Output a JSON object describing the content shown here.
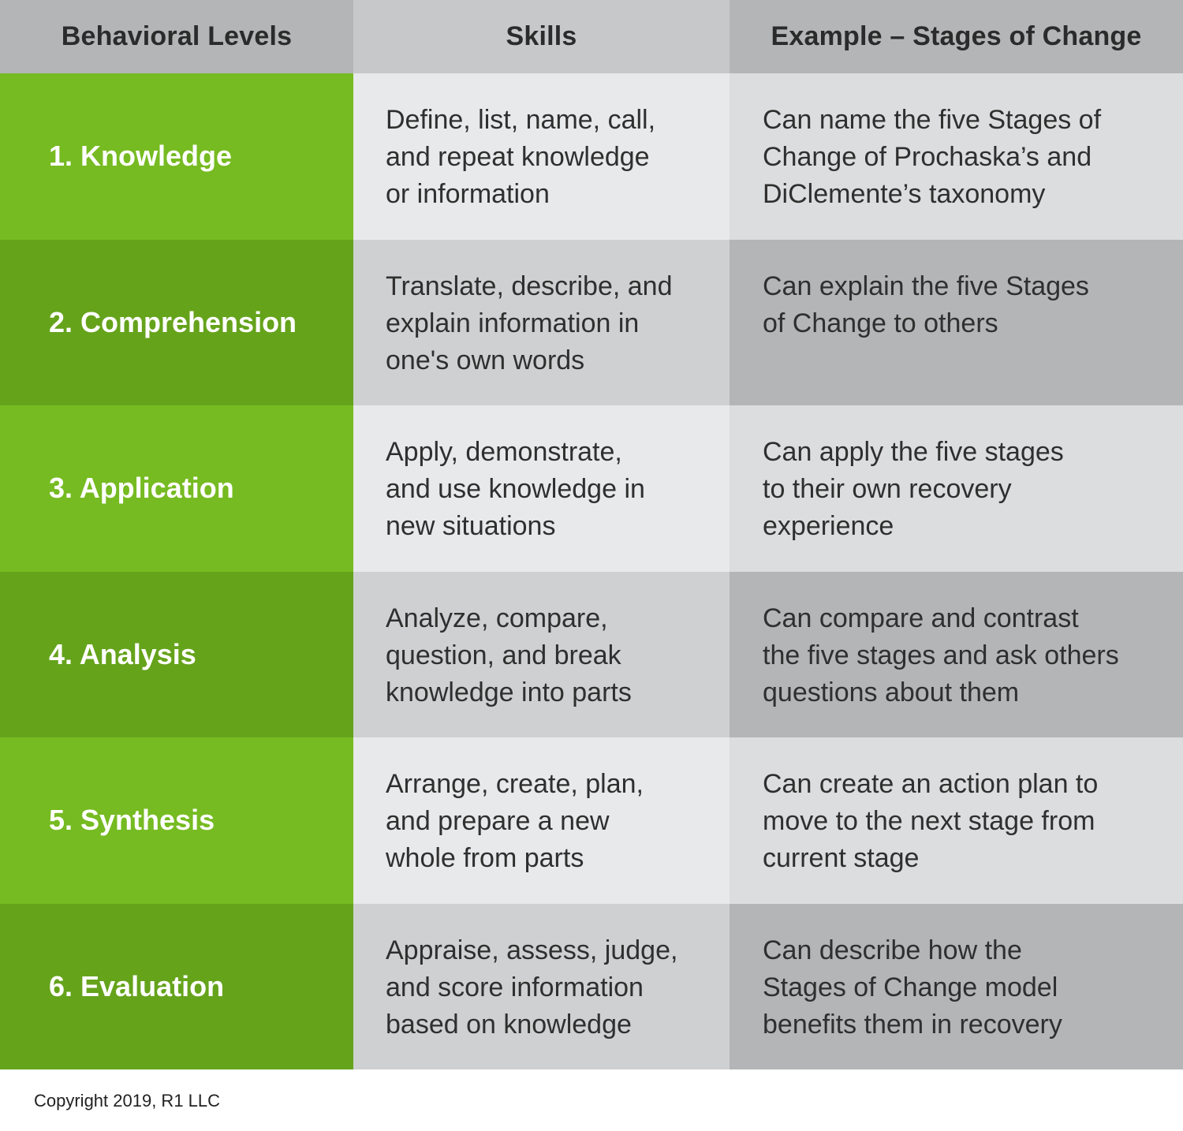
{
  "headers": {
    "levels": "Behavioral Levels",
    "skills": "Skills",
    "example": "Example – Stages of Change"
  },
  "rows": [
    {
      "level": "1. Knowledge",
      "skills": [
        "Define, list, name, call,",
        "and repeat knowledge",
        "or information"
      ],
      "example": [
        "Can name the five Stages of",
        "Change of Prochaska’s and",
        "DiClemente’s taxonomy"
      ]
    },
    {
      "level": "2. Comprehension",
      "skills": [
        "Translate, describe, and",
        "explain information in",
        "one's own words"
      ],
      "example": [
        "Can explain the five Stages",
        "of Change to others"
      ]
    },
    {
      "level": "3. Application",
      "skills": [
        "Apply, demonstrate,",
        "and use knowledge in",
        "new situations"
      ],
      "example": [
        "Can apply the five stages",
        "to their own recovery",
        "experience"
      ]
    },
    {
      "level": "4. Analysis",
      "skills": [
        "Analyze, compare,",
        "question, and break",
        "knowledge into parts"
      ],
      "example": [
        "Can compare and contrast",
        "the five stages and ask others",
        "questions about them"
      ]
    },
    {
      "level": "5. Synthesis",
      "skills": [
        "Arrange, create, plan,",
        "and prepare a new",
        "whole from parts"
      ],
      "example": [
        "Can create an action plan to",
        "move to the next stage from",
        "current stage"
      ]
    },
    {
      "level": "6. Evaluation",
      "skills": [
        "Appraise, assess, judge,",
        "and score information",
        "based on knowledge"
      ],
      "example": [
        "Can describe how the",
        "Stages of Change model",
        "benefits them in recovery"
      ]
    }
  ],
  "colors": {
    "green_light": "#76bb21",
    "green_dark": "#65a31b",
    "header_gray": "#b3b5b6"
  },
  "footer": {
    "copyright": "Copyright 2019, R1 LLC"
  }
}
